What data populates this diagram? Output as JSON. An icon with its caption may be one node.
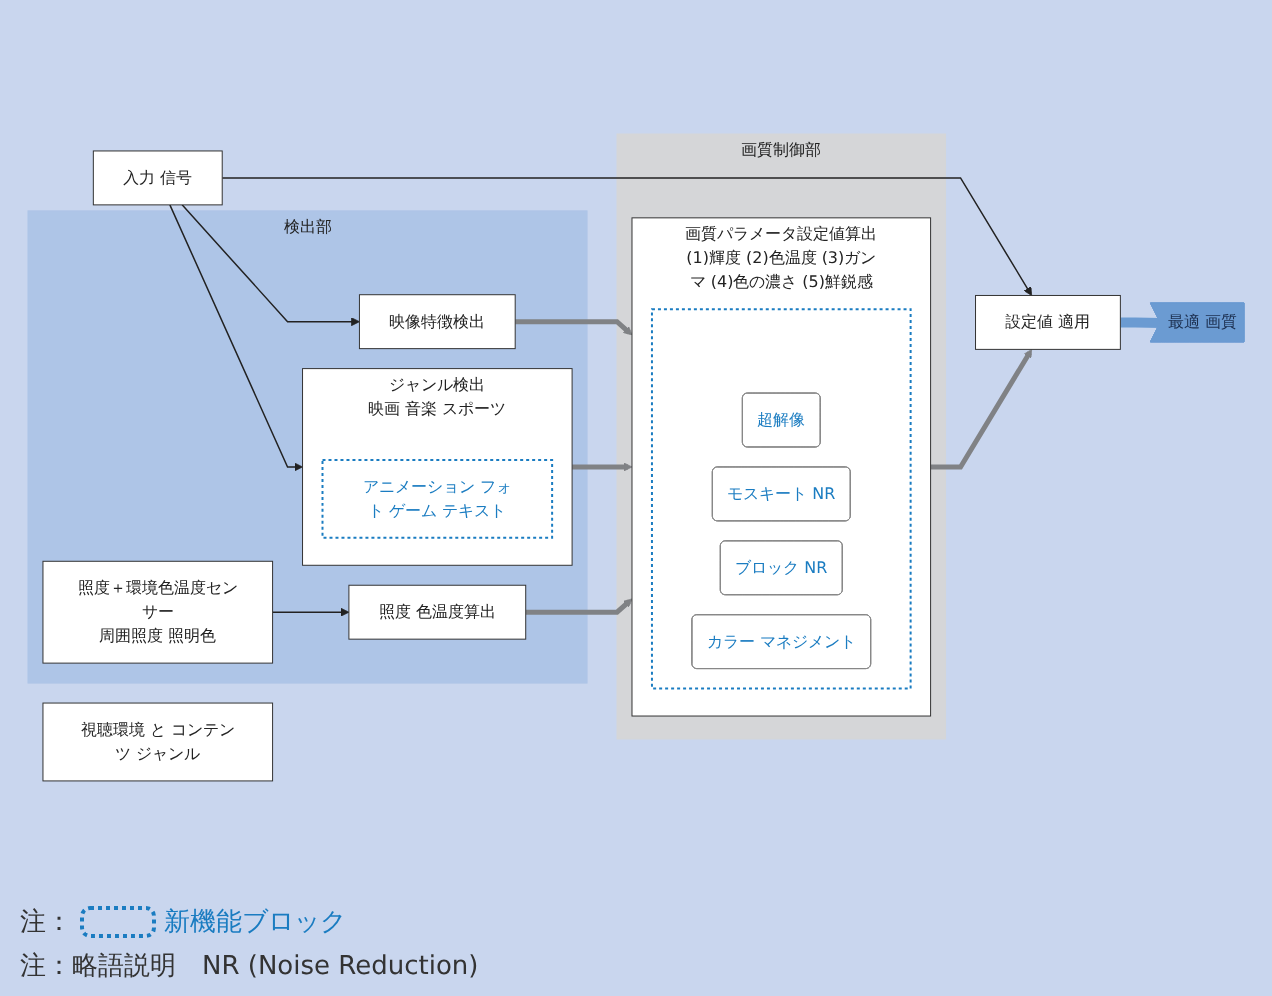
{
  "diagram": {
    "nodes": [
      {
        "text": [
          "検出部"
        ]
      },
      {
        "text": [
          "画質制御部"
        ]
      },
      {
        "text": [
          "入力 信号"
        ]
      },
      {
        "text": [
          "映像特徴検出"
        ],
        "in": 0
      },
      {
        "text": [
          "ジャンル検出",
          "映画 音楽 スポーツ"
        ],
        "in": 0
      },
      {
        "text": [
          "アニメーション フォト ゲーム テキスト"
        ],
        "in": 4
      },
      {
        "text": [
          "照度 色温度算出"
        ],
        "in": 0
      },
      {
        "text": [
          "照度＋環境色温度センサー",
          "周囲照度 照明色"
        ],
        "in": 0
      },
      {
        "text": [
          "画質パラメータ設定値算出",
          "(1)輝度 (2)色温度 (3)ガンマ (4)色の濃さ (5)鮮鋭感"
        ],
        "in": 1
      },
      {
        "text": [],
        "shape": "box",
        "in": 8
      },
      {
        "text": [
          "超解像"
        ],
        "in": 9
      },
      {
        "text": [
          "モスキート NR"
        ],
        "in": 9
      },
      {
        "text": [
          "ブロック NR"
        ],
        "in": 9
      },
      {
        "text": [
          "カラー マネジメント"
        ],
        "in": 9
      },
      {
        "text": [
          "設定値 適用"
        ]
      },
      {
        "text": [
          "最適 画質"
        ]
      },
      {
        "text": [
          "視聴環境 と コンテンツ ジャンル"
        ]
      }
    ],
    "edges": [
      {
        "from": 2,
        "to": 14,
        "arrow": "to"
      },
      {
        "from": 2,
        "to": 3,
        "arrow": "to"
      },
      {
        "from": 2,
        "to": 4,
        "arrow": "to"
      },
      {
        "from": 3,
        "to": 8,
        "arrow": "to",
        "color": "#808285"
      },
      {
        "from": 4,
        "to": 8,
        "arrow": "to",
        "color": "#808285"
      },
      {
        "from": 6,
        "to": 8,
        "arrow": "to",
        "color": "#808285"
      },
      {
        "from": 7,
        "to": 6,
        "arrow": "to"
      },
      {
        "from": 8,
        "to": 14,
        "arrow": "to",
        "color": "#808285"
      },
      {
        "from": 14,
        "to": 15,
        "arrow": "none",
        "style": "thick",
        "color": "#6b9bd2"
      }
    ],
    "labels": [
      "注：",
      "注：略語説明　NR (Noise Reduction)"
    ],
    "legend": [
      {
        "text": "新機能ブロック"
      }
    ]
  }
}
